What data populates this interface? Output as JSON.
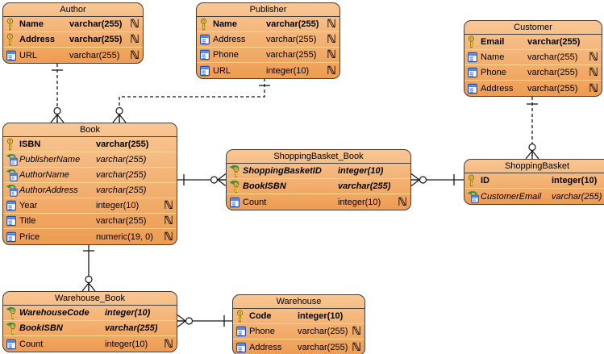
{
  "theme": {
    "canvas_bg": "#ffffff",
    "fill_top": "#f8c795",
    "fill_bottom": "#ee9c51",
    "border": "#3f3f3f",
    "divider": "#f8d88a",
    "text": "#000000"
  },
  "icons": {
    "nullable": "ℕ",
    "primary_key": "gold-key-icon",
    "foreign_key": "green-arrow-column-icon",
    "primary_foreign_key": "green-arrow-gold-key-icon",
    "column": "blue-table-column-icon"
  },
  "tables": [
    {
      "name": "Author",
      "columns": [
        {
          "icon": "primary-key-icon",
          "name": "Name",
          "type": "varchar(255)",
          "nullable": true
        },
        {
          "icon": "primary-key-icon",
          "name": "Address",
          "type": "varchar(255)",
          "nullable": true
        },
        {
          "icon": "column-icon",
          "name": "URL",
          "type": "varchar(255)",
          "nullable": true
        }
      ]
    },
    {
      "name": "Publisher",
      "columns": [
        {
          "icon": "primary-key-icon",
          "name": "Name",
          "type": "varchar(255)",
          "nullable": true
        },
        {
          "icon": "column-icon",
          "name": "Address",
          "type": "varchar(255)",
          "nullable": true
        },
        {
          "icon": "column-icon",
          "name": "Phone",
          "type": "varchar(255)",
          "nullable": true
        },
        {
          "icon": "column-icon",
          "name": "URL",
          "type": "integer(10)",
          "nullable": true
        }
      ]
    },
    {
      "name": "Customer",
      "columns": [
        {
          "icon": "primary-key-icon",
          "name": "Email",
          "type": "varchar(255)",
          "nullable": false
        },
        {
          "icon": "column-icon",
          "name": "Name",
          "type": "varchar(255)",
          "nullable": true
        },
        {
          "icon": "column-icon",
          "name": "Phone",
          "type": "varchar(255)",
          "nullable": true
        },
        {
          "icon": "column-icon",
          "name": "Address",
          "type": "varchar(255)",
          "nullable": true
        }
      ]
    },
    {
      "name": "Book",
      "columns": [
        {
          "icon": "primary-key-icon",
          "name": "ISBN",
          "type": "varchar(255)",
          "nullable": false
        },
        {
          "icon": "foreign-key-icon",
          "name": "PublisherName",
          "type": "varchar(255)",
          "nullable": false
        },
        {
          "icon": "foreign-key-icon",
          "name": "AuthorName",
          "type": "varchar(255)",
          "nullable": false
        },
        {
          "icon": "foreign-key-icon",
          "name": "AuthorAddress",
          "type": "varchar(255)",
          "nullable": false
        },
        {
          "icon": "column-icon",
          "name": "Year",
          "type": "integer(10)",
          "nullable": true
        },
        {
          "icon": "column-icon",
          "name": "Title",
          "type": "varchar(255)",
          "nullable": true
        },
        {
          "icon": "column-icon",
          "name": "Price",
          "type": "numeric(19, 0)",
          "nullable": true
        }
      ]
    },
    {
      "name": "ShoppingBasket_Book",
      "columns": [
        {
          "icon": "primary-foreign-key-icon",
          "name": "ShoppingBasketID",
          "type": "integer(10)",
          "nullable": false
        },
        {
          "icon": "primary-foreign-key-icon",
          "name": "BookISBN",
          "type": "varchar(255)",
          "nullable": false
        },
        {
          "icon": "column-icon",
          "name": "Count",
          "type": "integer(10)",
          "nullable": true
        }
      ]
    },
    {
      "name": "ShoppingBasket",
      "columns": [
        {
          "icon": "primary-key-icon",
          "name": "ID",
          "type": "integer(10)",
          "nullable": false
        },
        {
          "icon": "foreign-key-icon",
          "name": "CustomerEmail",
          "type": "varchar(255)",
          "nullable": false
        }
      ]
    },
    {
      "name": "Warehouse_Book",
      "columns": [
        {
          "icon": "primary-foreign-key-icon",
          "name": "WarehouseCode",
          "type": "integer(10)",
          "nullable": false
        },
        {
          "icon": "primary-foreign-key-icon",
          "name": "BookISBN",
          "type": "varchar(255)",
          "nullable": false
        },
        {
          "icon": "column-icon",
          "name": "Count",
          "type": "integer(10)",
          "nullable": true
        }
      ]
    },
    {
      "name": "Warehouse",
      "columns": [
        {
          "icon": "primary-key-icon",
          "name": "Code",
          "type": "integer(10)",
          "nullable": false
        },
        {
          "icon": "column-icon",
          "name": "Phone",
          "type": "varchar(255)",
          "nullable": true
        },
        {
          "icon": "column-icon",
          "name": "Address",
          "type": "varchar(255)",
          "nullable": true
        }
      ]
    }
  ],
  "relationships": [
    {
      "from": "Author",
      "to": "Book",
      "from_cardinality": "1",
      "to_cardinality": "0..*",
      "line": "dashed"
    },
    {
      "from": "Publisher",
      "to": "Book",
      "from_cardinality": "1",
      "to_cardinality": "0..*",
      "line": "dashed"
    },
    {
      "from": "Customer",
      "to": "ShoppingBasket",
      "from_cardinality": "1",
      "to_cardinality": "0..*",
      "line": "dashed"
    },
    {
      "from": "Book",
      "to": "ShoppingBasket_Book",
      "from_cardinality": "1",
      "to_cardinality": "0..*",
      "line": "solid"
    },
    {
      "from": "ShoppingBasket",
      "to": "ShoppingBasket_Book",
      "from_cardinality": "1",
      "to_cardinality": "0..*",
      "line": "solid"
    },
    {
      "from": "Book",
      "to": "Warehouse_Book",
      "from_cardinality": "1",
      "to_cardinality": "0..*",
      "line": "solid"
    },
    {
      "from": "Warehouse",
      "to": "Warehouse_Book",
      "from_cardinality": "1",
      "to_cardinality": "0..*",
      "line": "solid"
    }
  ]
}
